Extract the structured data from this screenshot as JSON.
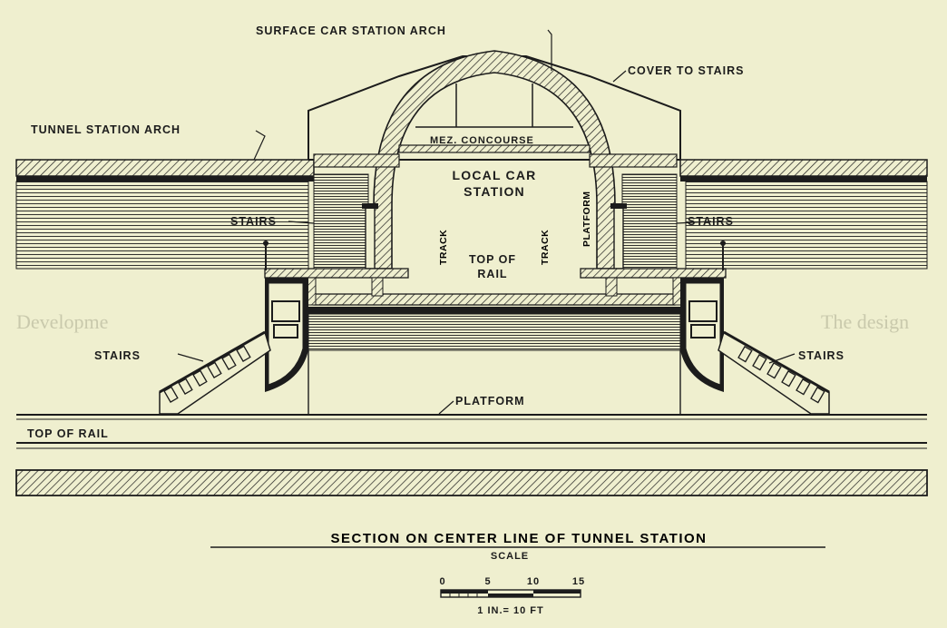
{
  "labels": {
    "surface_arch": "SURFACE CAR STATION ARCH",
    "cover_stairs": "COVER TO STAIRS",
    "tunnel_arch": "TUNNEL STATION ARCH",
    "mez": "MEZ. CONCOURSE",
    "local_line1": "LOCAL CAR",
    "local_line2": "STATION",
    "stairs_upper_left": "STAIRS",
    "stairs_upper_right": "STAIRS",
    "track_left": "TRACK",
    "track_right": "TRACK",
    "platform_vertical": "PLATFORM",
    "top_of_rail_inner_1": "TOP OF",
    "top_of_rail_inner_2": "RAIL",
    "stairs_lower_left": "STAIRS",
    "stairs_lower_right": "STAIRS",
    "platform": "PLATFORM",
    "top_of_rail": "TOP OF RAIL"
  },
  "caption": {
    "title": "SECTION ON CENTER LINE OF TUNNEL STATION",
    "scale_label": "SCALE",
    "ticks": [
      "0",
      "5",
      "10",
      "15"
    ],
    "ratio": "1 IN.= 10 FT"
  },
  "background_text": {
    "left_heading": "Developme",
    "right_phrase": "The design"
  }
}
